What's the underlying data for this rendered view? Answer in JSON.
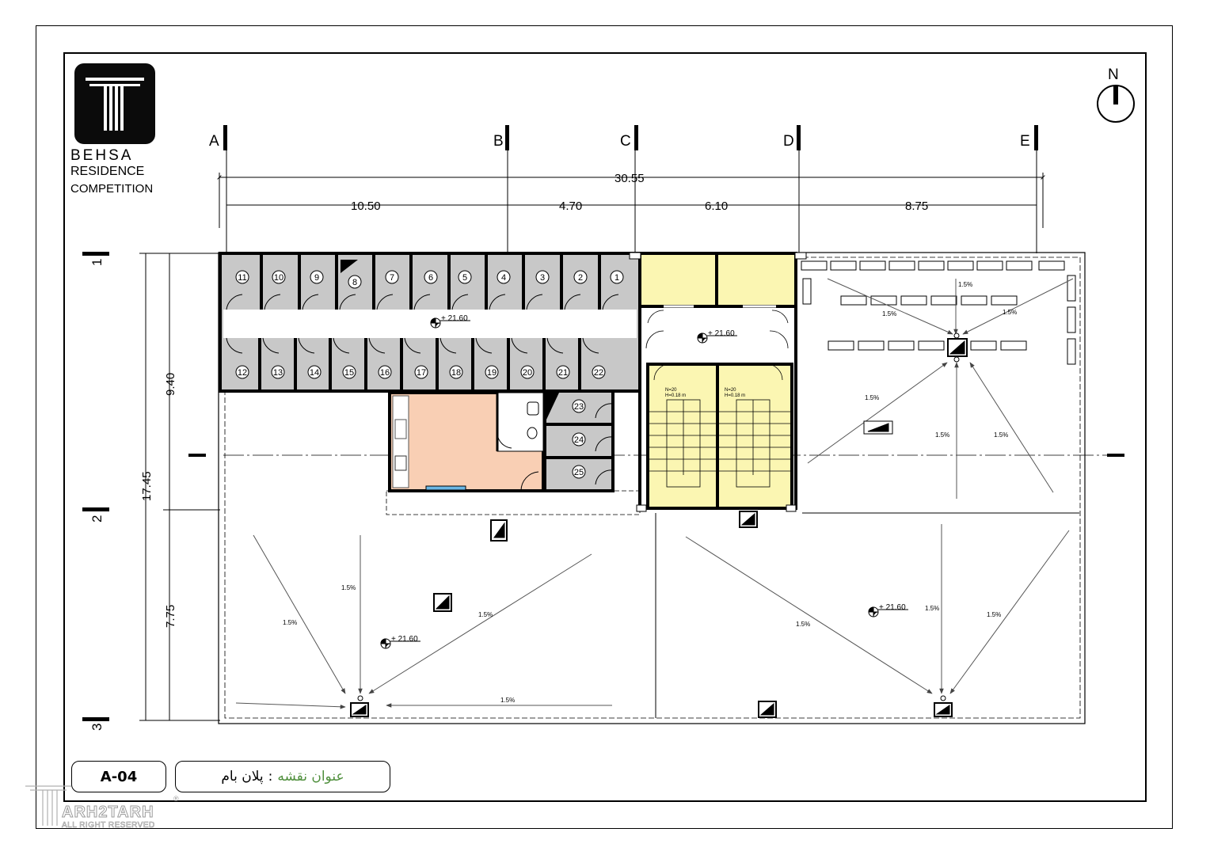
{
  "logo": {
    "line1": "BEHSA",
    "line2": "RESIDENCE",
    "line3": "COMPETITION"
  },
  "north": "N",
  "grid_labels": {
    "columns": [
      "A",
      "B",
      "C",
      "D",
      "E"
    ],
    "rows": [
      "1",
      "2",
      "3"
    ]
  },
  "dimensions": {
    "overall_width": "30.55",
    "spans": [
      "10.50",
      "4.70",
      "6.10",
      "8.75"
    ],
    "overall_depth": "17.45",
    "row_spans": [
      "9.40",
      "7.75"
    ]
  },
  "rooms": {
    "top_row": [
      "11",
      "10",
      "9",
      "8",
      "7",
      "6",
      "5",
      "4",
      "3",
      "2",
      "1"
    ],
    "second_row": [
      "12",
      "13",
      "14",
      "15",
      "16",
      "17",
      "18",
      "19",
      "20",
      "21",
      "22"
    ],
    "side": [
      "23",
      "24",
      "25"
    ]
  },
  "stairs": {
    "count": "N=20",
    "height": "H=0.18 m"
  },
  "levels": [
    "+ 21.60",
    "+ 21.60",
    "+ 21.60",
    "+ 21.60"
  ],
  "slope": "1.5%",
  "sheet_number": "A-04",
  "title": {
    "label": "عنوان نقشه",
    "colon": ":",
    "value": "پلان بام"
  },
  "watermark": {
    "name": "ARH2TARH",
    "sub": "ALL RIGHT RESERVED",
    "mark": "®"
  },
  "colors": {
    "kitchen": "#f9cfb4",
    "stair": "#fbf6b2",
    "cell": "#c8c8c8"
  }
}
